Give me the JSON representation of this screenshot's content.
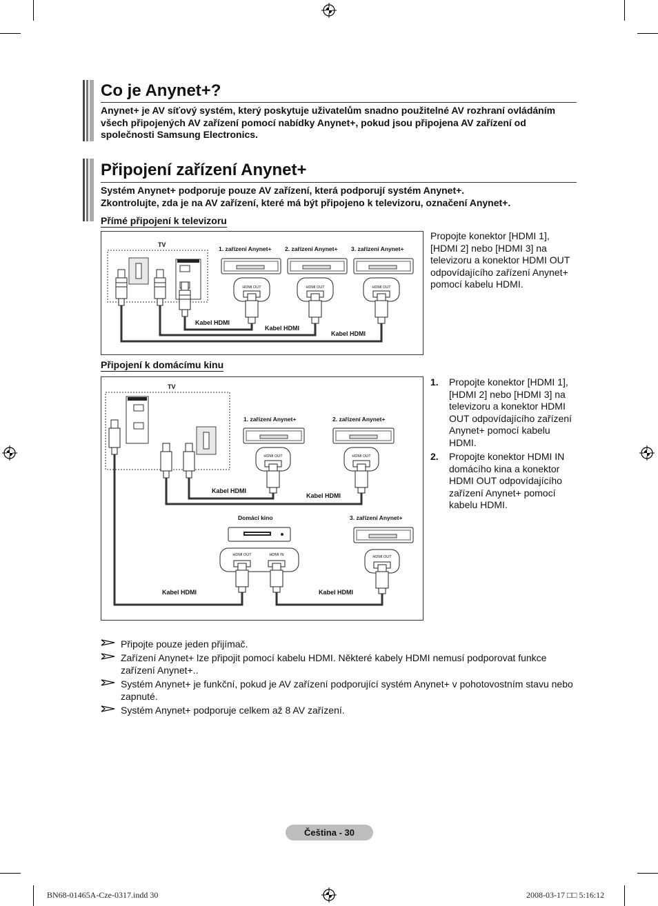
{
  "section1": {
    "title": "Co je Anynet+?",
    "body": "Anynet+ je AV síťový systém, který poskytuje uživatelům snadno použitelné AV rozhraní ovládáním všech připojených AV zařízení pomocí nabídky Anynet+, pokud jsou připojena AV zařízení od společnosti Samsung Electronics."
  },
  "section2": {
    "title": "Připojení zařízení Anynet+",
    "body_line1": "Systém Anynet+ podporuje pouze AV zařízení, která podporují systém Anynet+.",
    "body_line2": "Zkontrolujte, zda je na AV zařízení, které má být připojeno k televizoru, označení Anynet+."
  },
  "direct": {
    "heading": "Přímé připojení k televizoru",
    "text": "Propojte konektor [HDMI 1], [HDMI 2] nebo [HDMI 3] na televizoru a konektor HDMI OUT odpovídajícího zařízení Anynet+ pomocí kabelu HDMI.",
    "diagram": {
      "tv": "TV",
      "dev1": "1. zařízení Anynet+",
      "dev2": "2. zařízení Anynet+",
      "dev3": "3. zařízení Anynet+",
      "cable1": "Kabel HDMI",
      "cable2": "Kabel HDMI",
      "cable3": "Kabel HDMI",
      "port": "HDMI OUT"
    }
  },
  "home": {
    "heading": "Připojení k domácímu kinu",
    "step1_num": "1.",
    "step1": "Propojte konektor [HDMI 1], [HDMI 2] nebo [HDMI 3] na televizoru a konektor HDMI OUT odpovídajícího zařízení Anynet+ pomocí kabelu HDMI.",
    "step2_num": "2.",
    "step2": "Propojte konektor HDMI IN domácího kina a konektor HDMI OUT odpovídajícího zařízení Anynet+ pomocí kabelu HDMI.",
    "diagram": {
      "tv": "TV",
      "dev1": "1. zařízení Anynet+",
      "dev2": "2. zařízení Anynet+",
      "dev3": "3. zařízení Anynet+",
      "home_theater": "Domácí kino",
      "cable_a": "Kabel HDMI",
      "cable_b": "Kabel HDMI",
      "cable_c": "Kabel HDMI",
      "cable_d": "Kabel HDMI",
      "port_out": "HDMI OUT",
      "port_in": "HDMI IN"
    }
  },
  "notes": [
    "Připojte pouze jeden přijímač.",
    "Zařízení Anynet+ lze připojit pomocí kabelu HDMI. Některé kabely HDMI nemusí podporovat funkce zařízení Anynet+..",
    "Systém Anynet+ je funkční, pokud je AV zařízení podporující systém Anynet+ v pohotovostním stavu nebo zapnuté.",
    "Systém Anynet+ podporuje celkem až 8 AV zařízení."
  ],
  "note_icon": "arrow-icon",
  "footer": {
    "page_label": "Čeština - 30"
  },
  "slug": {
    "file": "BN68-01465A-Cze-0317.indd   30",
    "date": "2008-03-17   □□ 5:16:12"
  }
}
